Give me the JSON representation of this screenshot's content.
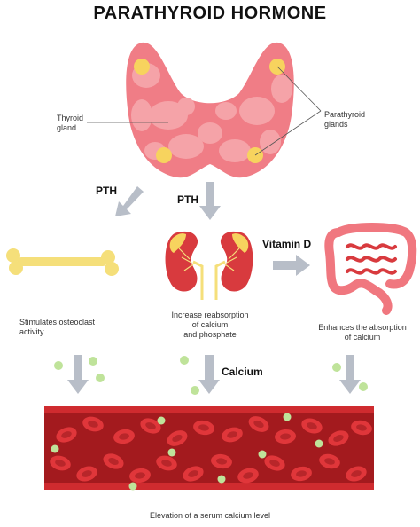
{
  "title": "PARATHYROID HORMONE",
  "labels": {
    "thyroid_gland": "Thyroid\ngland",
    "parathyroid_glands": "Parathyroid\nglands",
    "pth_left": "PTH",
    "pth_center": "PTH",
    "vitamin_d": "Vitamin D",
    "calcium": "Calcium",
    "bone_effect": "Stimulates osteoclast\nactivity",
    "kidney_effect": "Increase reabsorption\nof calcium\nand phosphate",
    "intestine_effect": "Enhances the absorption\nof calcium",
    "blood_effect": "Elevation of a serum calcium level"
  },
  "colors": {
    "thyroid": "#f07d86",
    "thyroid_spots": "#f5a3a8",
    "parathyroid": "#f7d35e",
    "bone": "#f5df7a",
    "kidney": "#d83a3e",
    "intestine": "#f0777f",
    "arrow": "#b8bec8",
    "calcium_dot": "#bfe39a",
    "vessel": "#cf2b2f",
    "vessel_inner": "#a31a1e",
    "rbc": "#e0363a"
  }
}
